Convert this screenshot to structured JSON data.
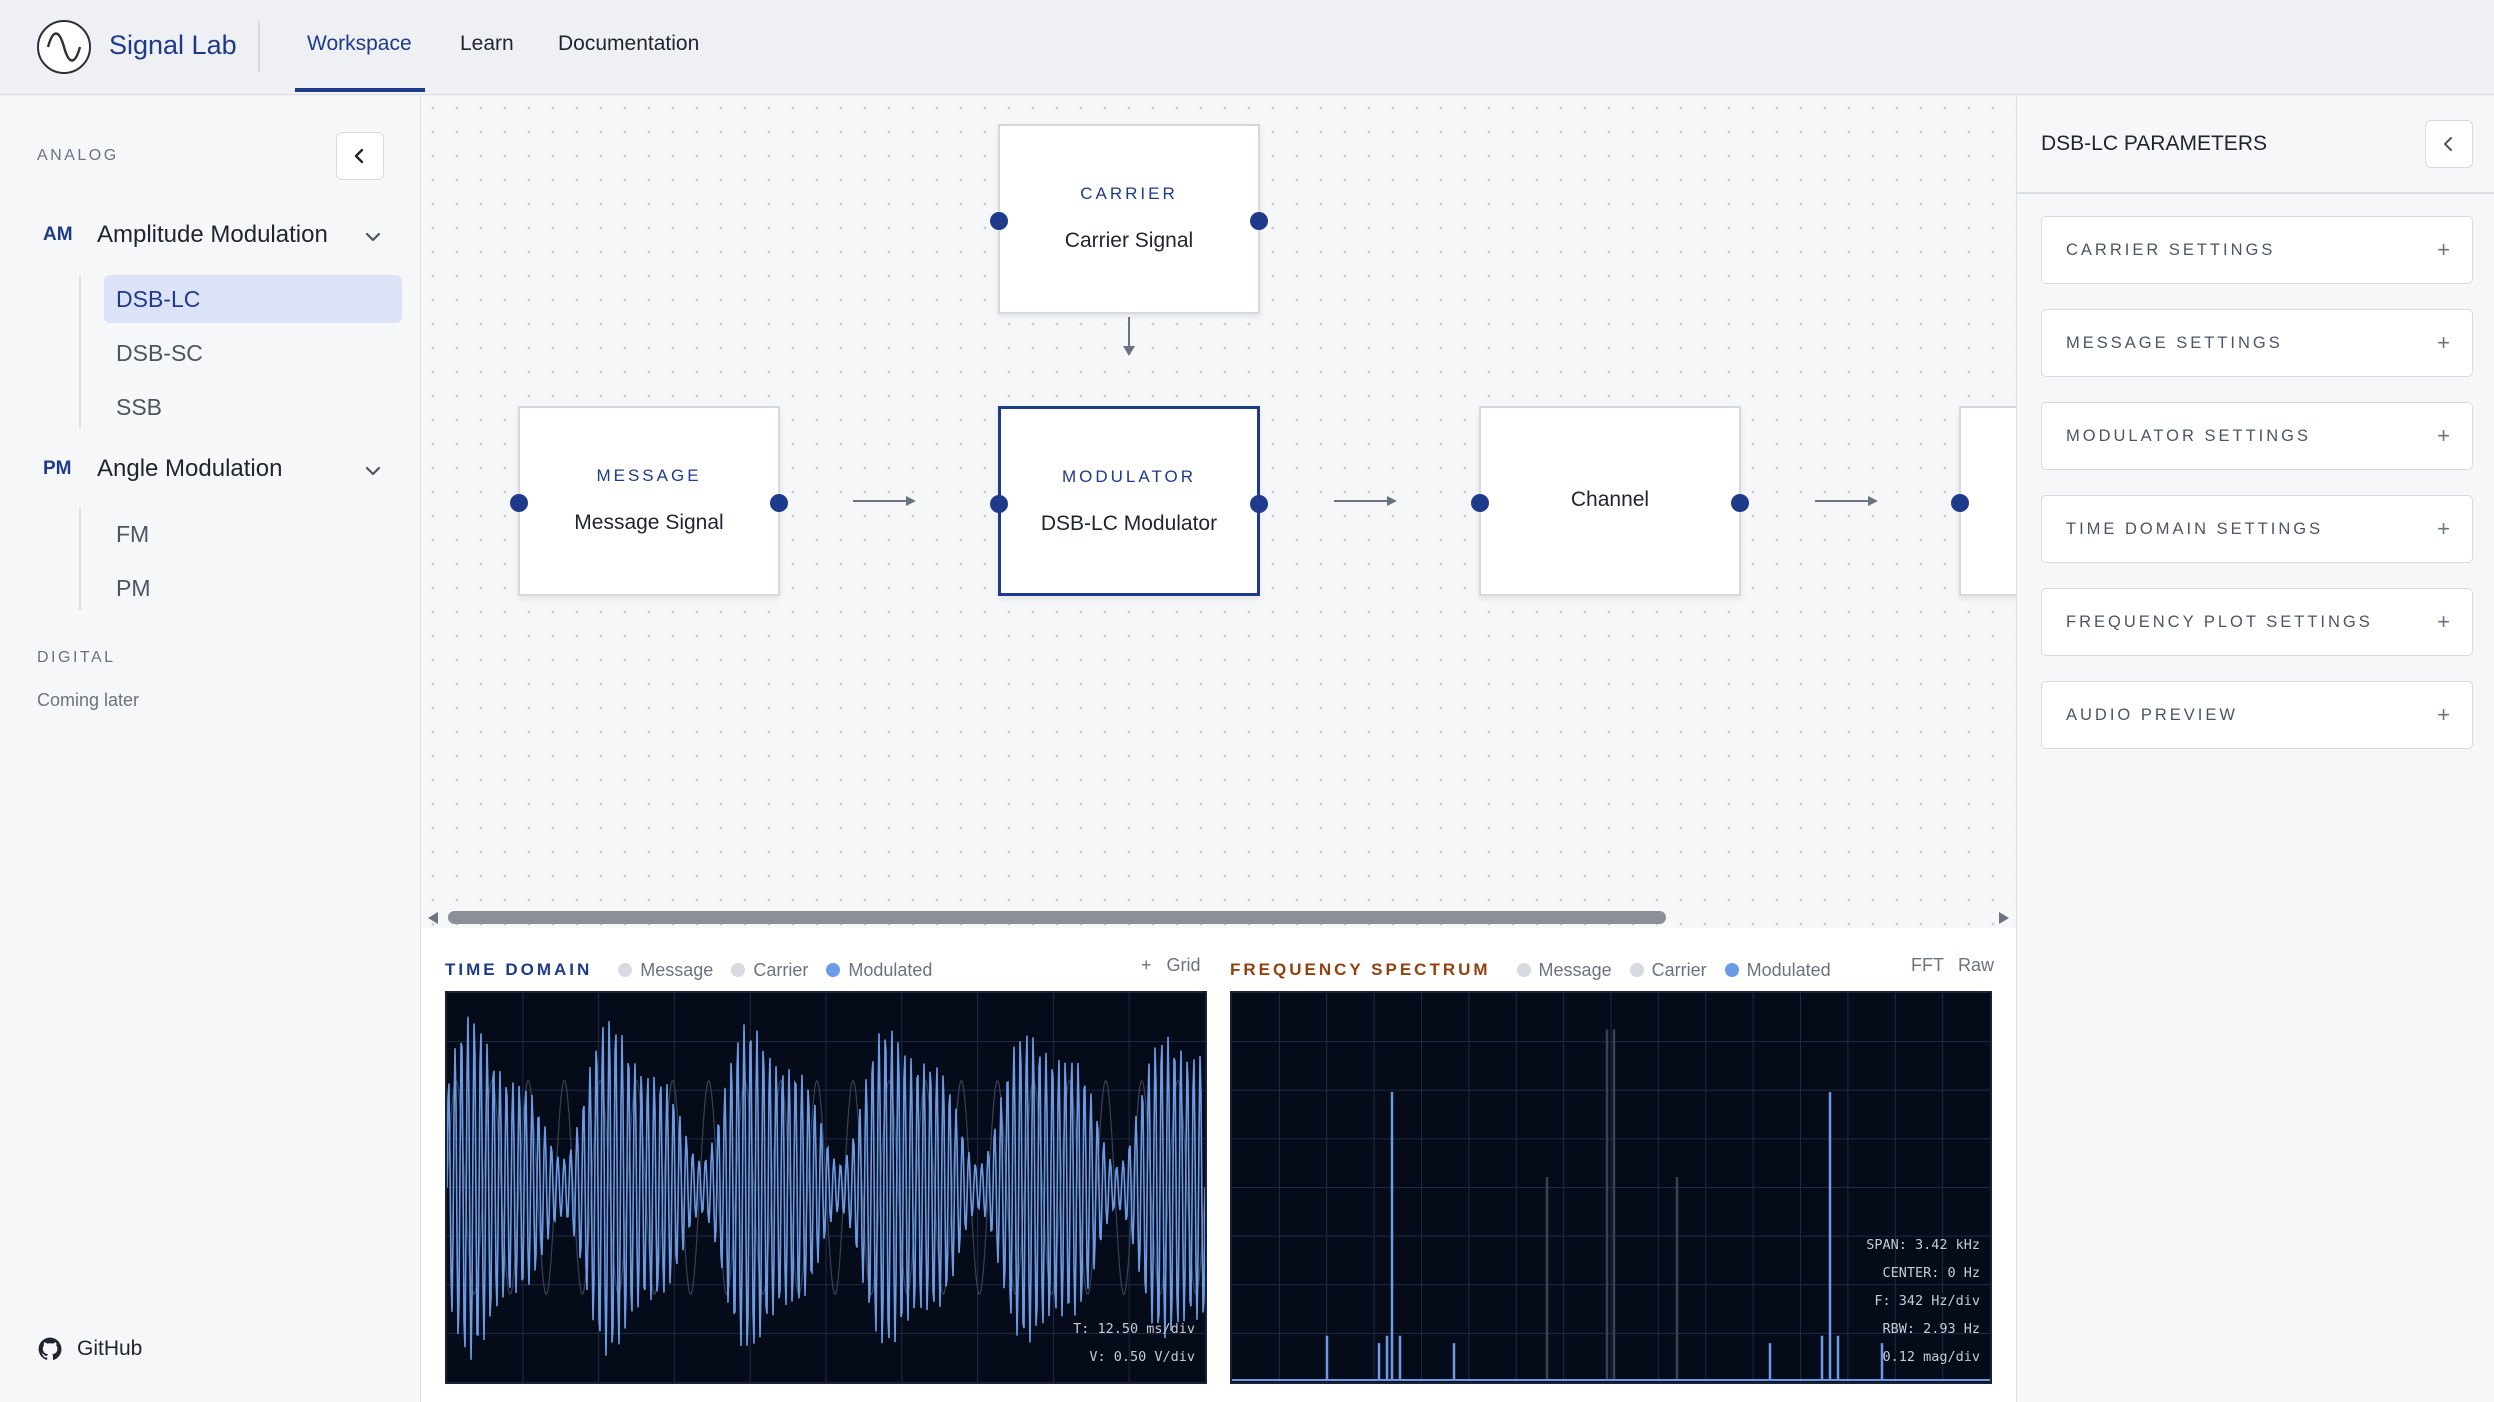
{
  "app": {
    "brand": "Signal Lab",
    "nav": [
      {
        "label": "Workspace",
        "active": true
      },
      {
        "label": "Learn",
        "active": false
      },
      {
        "label": "Documentation",
        "active": false
      }
    ]
  },
  "sidebar": {
    "analog_label": "ANALOG",
    "groups": [
      {
        "badge": "AM",
        "title": "Amplitude Modulation",
        "items": [
          "DSB-LC",
          "DSB-SC",
          "SSB"
        ]
      },
      {
        "badge": "PM",
        "title": "Angle Modulation",
        "items": [
          "FM",
          "PM"
        ]
      }
    ],
    "active_item": "DSB-LC",
    "digital_label": "DIGITAL",
    "digital_note": "Coming later",
    "github_label": "GitHub"
  },
  "canvas": {
    "nodes": {
      "carrier": {
        "kind": "CARRIER",
        "name": "Carrier Signal"
      },
      "message": {
        "kind": "MESSAGE",
        "name": "Message Signal"
      },
      "modulator": {
        "kind": "MODULATOR",
        "name": "DSB-LC Modulator"
      },
      "channel": {
        "name": "Channel"
      }
    }
  },
  "time_domain": {
    "title": "TIME DOMAIN",
    "legend": [
      {
        "label": "Message",
        "on": false
      },
      {
        "label": "Carrier",
        "on": false
      },
      {
        "label": "Modulated",
        "on": true
      }
    ],
    "grid_plus": "+",
    "grid_label": "Grid",
    "readout": [
      "T: 12.50 ms/div",
      "V: 0.50 V/div"
    ]
  },
  "frequency": {
    "title": "FREQUENCY SPECTRUM",
    "legend": [
      {
        "label": "Message",
        "on": false
      },
      {
        "label": "Carrier",
        "on": false
      },
      {
        "label": "Modulated",
        "on": true
      }
    ],
    "mode_fft": "FFT",
    "mode_raw": "Raw",
    "readout": [
      "SPAN: 3.42 kHz",
      "CENTER: 0 Hz",
      "F: 342 Hz/div",
      "RBW: 2.93 Hz",
      "0.12 mag/div"
    ]
  },
  "right_panel": {
    "title": "DSB-LC PARAMETERS",
    "sections": [
      "CARRIER SETTINGS",
      "MESSAGE SETTINGS",
      "MODULATOR SETTINGS",
      "TIME DOMAIN SETTINGS",
      "FREQUENCY PLOT SETTINGS",
      "AUDIO PREVIEW"
    ],
    "plus": "+"
  },
  "colors": {
    "accent": "#1e3a8a",
    "trace": "#6b9be6",
    "scope_bg": "#060b1a",
    "spectrum_title": "#92400e"
  }
}
